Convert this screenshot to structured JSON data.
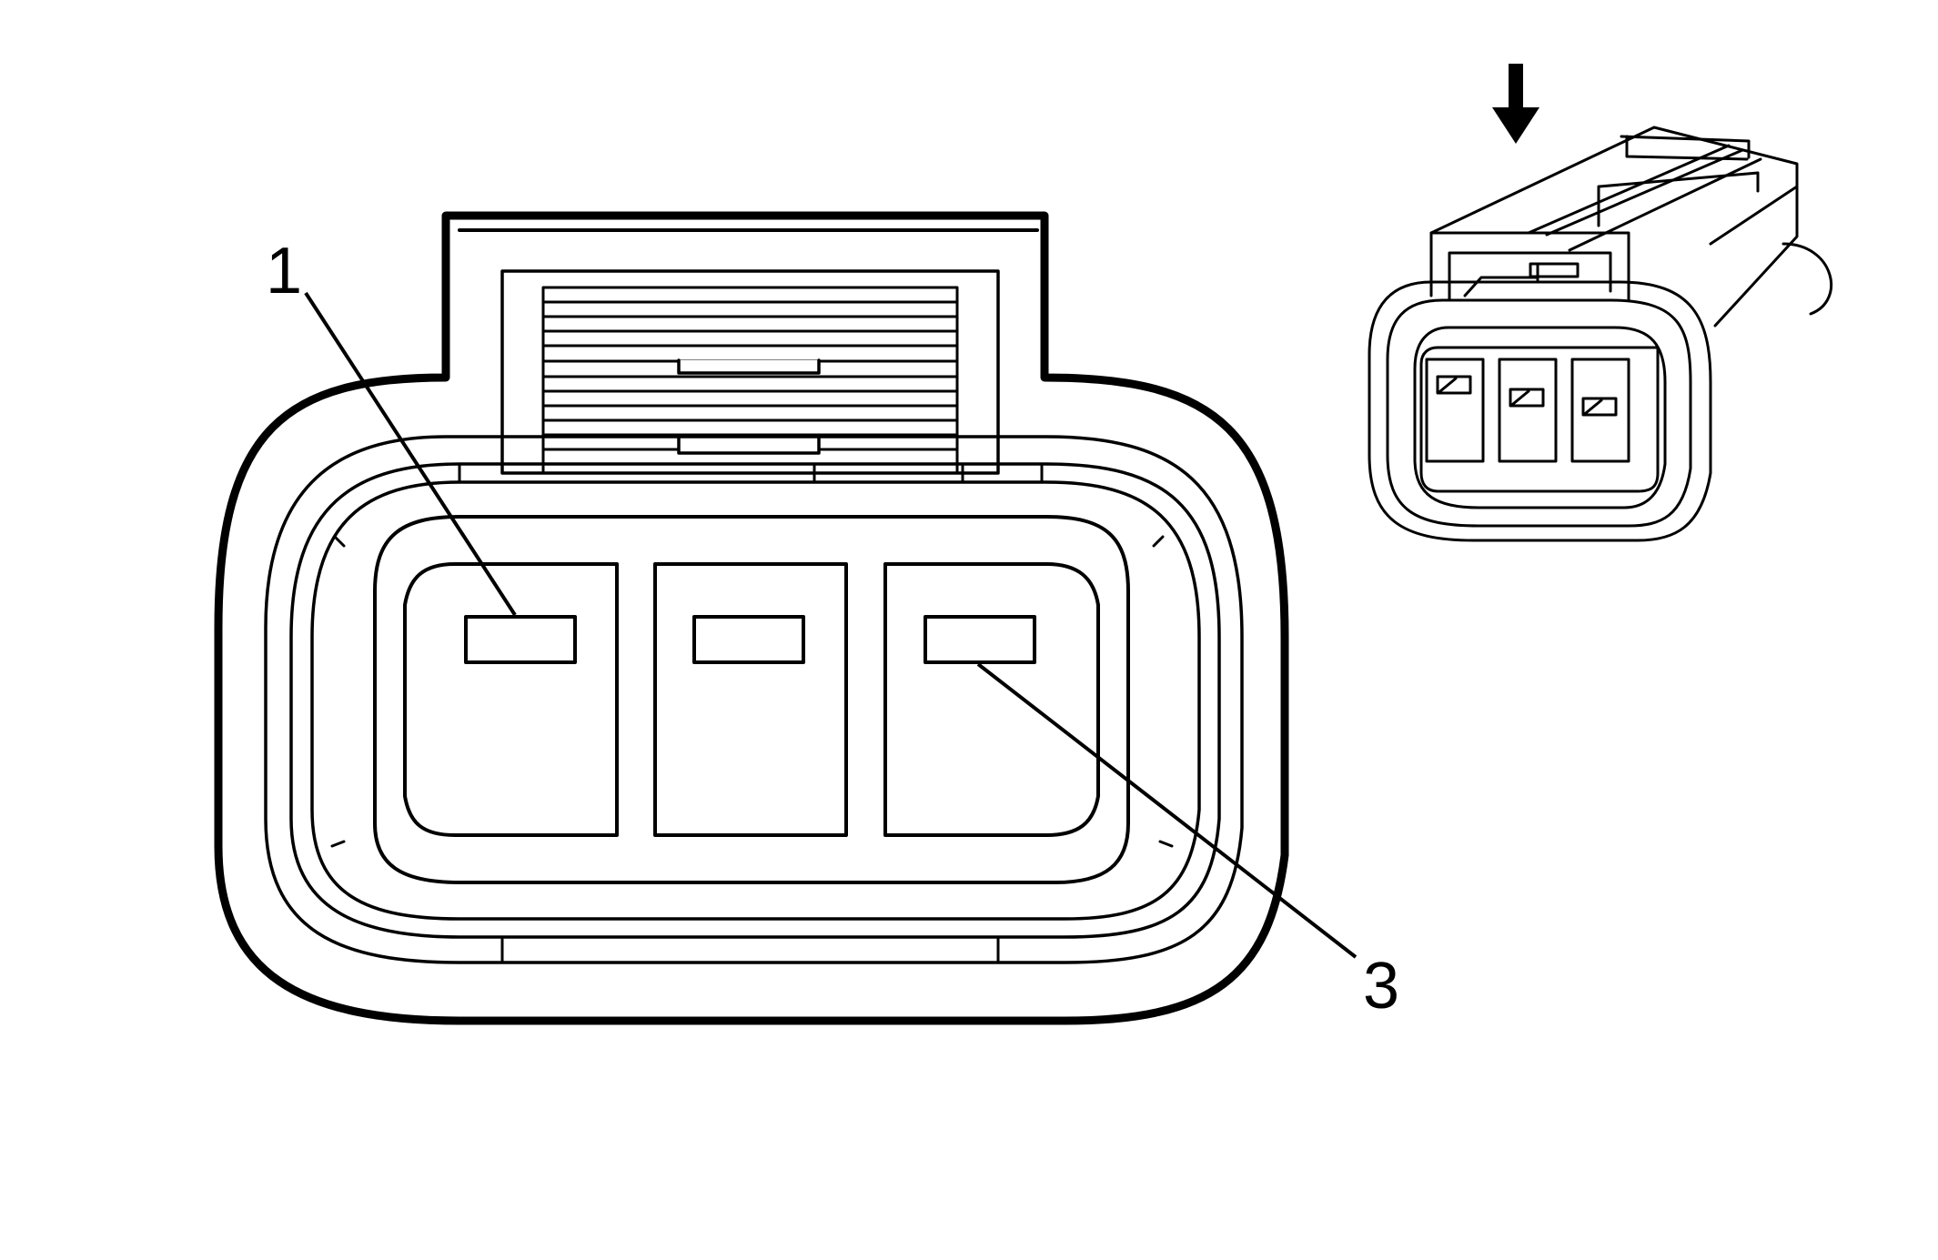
{
  "diagram": {
    "colors": {
      "line": "#000000",
      "background": "#ffffff"
    },
    "callouts": [
      {
        "id": "1",
        "label": "1",
        "refers_to": "terminal-cavity-1"
      },
      {
        "id": "3",
        "label": "3",
        "refers_to": "terminal-cavity-3"
      }
    ],
    "terminals": {
      "count": 3
    },
    "view_indicator": {
      "icon": "arrow-down-icon"
    }
  }
}
